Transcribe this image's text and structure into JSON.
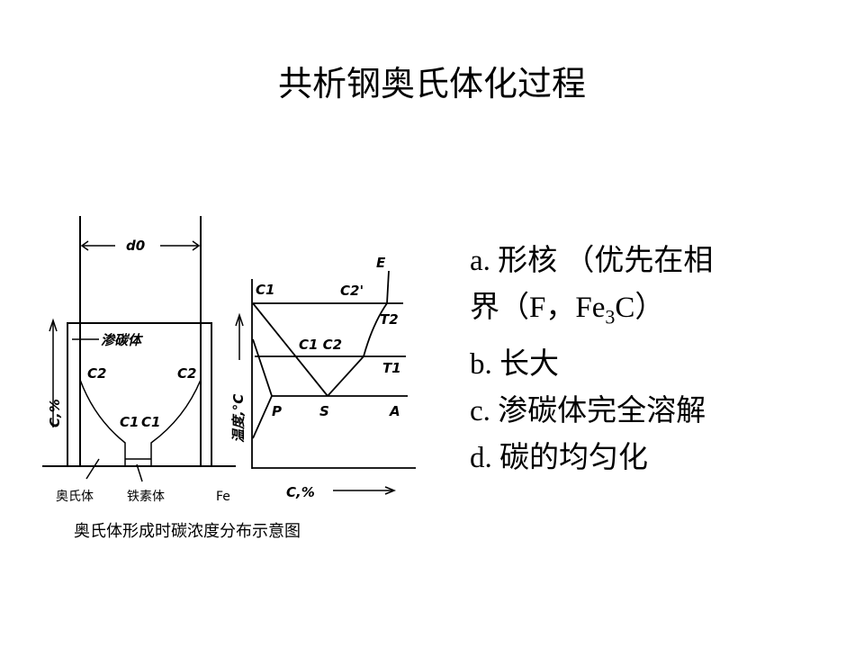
{
  "title": "共析钢奥氏体化过程",
  "bullets": [
    {
      "prefix": "a. ",
      "text": "形核 （优先在相"
    },
    {
      "prefix": "",
      "text": "界（F，Fe",
      "sub": "3",
      "tail": "C）"
    },
    {
      "prefix": "b. ",
      "text": "长大"
    },
    {
      "prefix": "c. ",
      "text": "渗碳体完全溶解"
    },
    {
      "prefix": "d. ",
      "text": "碳的均匀化"
    }
  ],
  "diagram": {
    "caption": "奥氏体形成时碳浓度分布示意图",
    "left": {
      "d0": "d0",
      "cementite": "渗碳体",
      "c2": "C2",
      "c1": "C1",
      "ylabel": "C,%",
      "austenite": "奥氏体",
      "ferrite": "铁素体",
      "fe": "Fe"
    },
    "right": {
      "c1": "C1",
      "c2prime": "C2'",
      "e": "E",
      "t2": "T2",
      "t1": "T1",
      "c1c2": "C1 C2",
      "p": "P",
      "s": "S",
      "a": "A",
      "ylabel": "温度,°C",
      "xlabel": "C,%"
    }
  }
}
